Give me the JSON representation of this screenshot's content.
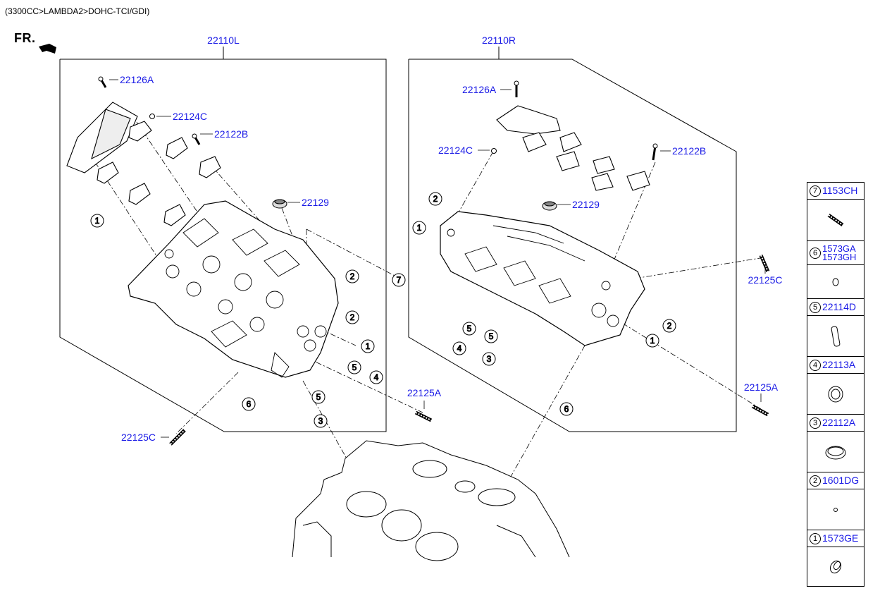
{
  "header": {
    "engine_path": "(3300CC>LAMBDA2>DOHC-TCI/GDI)"
  },
  "front_indicator": {
    "label": "FR."
  },
  "assemblies": {
    "left": {
      "label": "22110L"
    },
    "right": {
      "label": "22110R"
    }
  },
  "left_parts": {
    "bolt_126a": "22126A",
    "cap_124c": "22124C",
    "bolt_122b": "22122B",
    "plug_129": "22129",
    "stud_125a": "22125A",
    "stud_125c": "22125C"
  },
  "right_parts": {
    "bolt_126a": "22126A",
    "cap_124c": "22124C",
    "bolt_122b": "22122B",
    "plug_129": "22129",
    "stud_125c": "22125C",
    "stud_125a": "22125A"
  },
  "callouts": {
    "n1": "1",
    "n2": "2",
    "n3": "3",
    "n4": "4",
    "n5": "5",
    "n6": "6",
    "n7": "7"
  },
  "legend": [
    {
      "num": "7",
      "codes": [
        "1153CH"
      ],
      "icon": "stud-icon"
    },
    {
      "num": "6",
      "codes": [
        "1573GA",
        "1573GH"
      ],
      "icon": "dowel-pin-icon"
    },
    {
      "num": "5",
      "codes": [
        "22114D"
      ],
      "icon": "valve-guide-icon"
    },
    {
      "num": "4",
      "codes": [
        "22113A"
      ],
      "icon": "valve-seat-icon"
    },
    {
      "num": "3",
      "codes": [
        "22112A"
      ],
      "icon": "valve-seat-ring-icon"
    },
    {
      "num": "2",
      "codes": [
        "1601DG"
      ],
      "icon": "small-plug-icon"
    },
    {
      "num": "1",
      "codes": [
        "1573GE"
      ],
      "icon": "dowel-sleeve-icon"
    }
  ]
}
